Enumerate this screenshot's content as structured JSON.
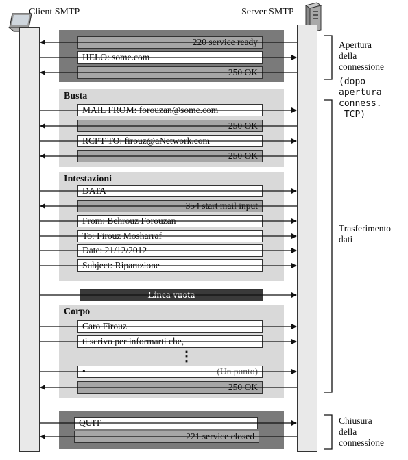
{
  "header": {
    "client_label": "Client SMTP",
    "server_label": "Server SMTP"
  },
  "groups": {
    "opening": {
      "messages": [
        {
          "text": "220 service ready",
          "dir": "s2c"
        },
        {
          "text": "HELO: some.com",
          "dir": "c2s"
        },
        {
          "text": "250 OK",
          "dir": "s2c"
        }
      ]
    },
    "envelope": {
      "title": "Busta",
      "messages": [
        {
          "text": "MAIL FROM: forouzan@some.com",
          "dir": "c2s"
        },
        {
          "text": "250 OK",
          "dir": "s2c"
        },
        {
          "text": "RCPT TO: firouz@aNetwork.com",
          "dir": "c2s"
        },
        {
          "text": "250 OK",
          "dir": "s2c"
        }
      ]
    },
    "headers": {
      "title": "Intestazioni",
      "messages": [
        {
          "text": "DATA",
          "dir": "c2s"
        },
        {
          "text": "354 start mail input",
          "dir": "s2c"
        },
        {
          "text": "From: Behrouz Forouzan",
          "dir": "c2s"
        },
        {
          "text": "To: Firouz Mosharraf",
          "dir": "c2s"
        },
        {
          "text": "Date: 21/12/2012",
          "dir": "c2s"
        },
        {
          "text": "Subject: Riparazione",
          "dir": "c2s"
        }
      ]
    },
    "blank_line": "Linea vuota",
    "body": {
      "title": "Corpo",
      "messages": [
        {
          "text": "Caro Firouz",
          "dir": "c2s"
        },
        {
          "text": "ti scrivo per informarti che,",
          "dir": "c2s"
        },
        {
          "text": "⋮",
          "dir": "none"
        },
        {
          "text": "•",
          "note": "(Un punto)",
          "dir": "c2s"
        },
        {
          "text": "250 OK",
          "dir": "s2c"
        }
      ]
    },
    "closing": {
      "messages": [
        {
          "text": "QUIT",
          "dir": "c2s"
        },
        {
          "text": "221 service closed",
          "dir": "s2c"
        }
      ]
    }
  },
  "phases": {
    "opening": "Apertura\ndella\nconnessione",
    "opening_note": "(dopo\napertura\nconness.\n TCP)",
    "transfer": "Trasferimento\ndati",
    "closing": "Chiusura\ndella\nconnessione"
  },
  "icons": [
    "laptop-icon",
    "server-tower-icon"
  ],
  "colors": {
    "pillar": "#e9e9e9",
    "group_dark": "#7a7a7a",
    "group_light": "#d9d9d9",
    "reply_box": "#a6a6a6",
    "blank_line_box": "#3a3a3a"
  }
}
